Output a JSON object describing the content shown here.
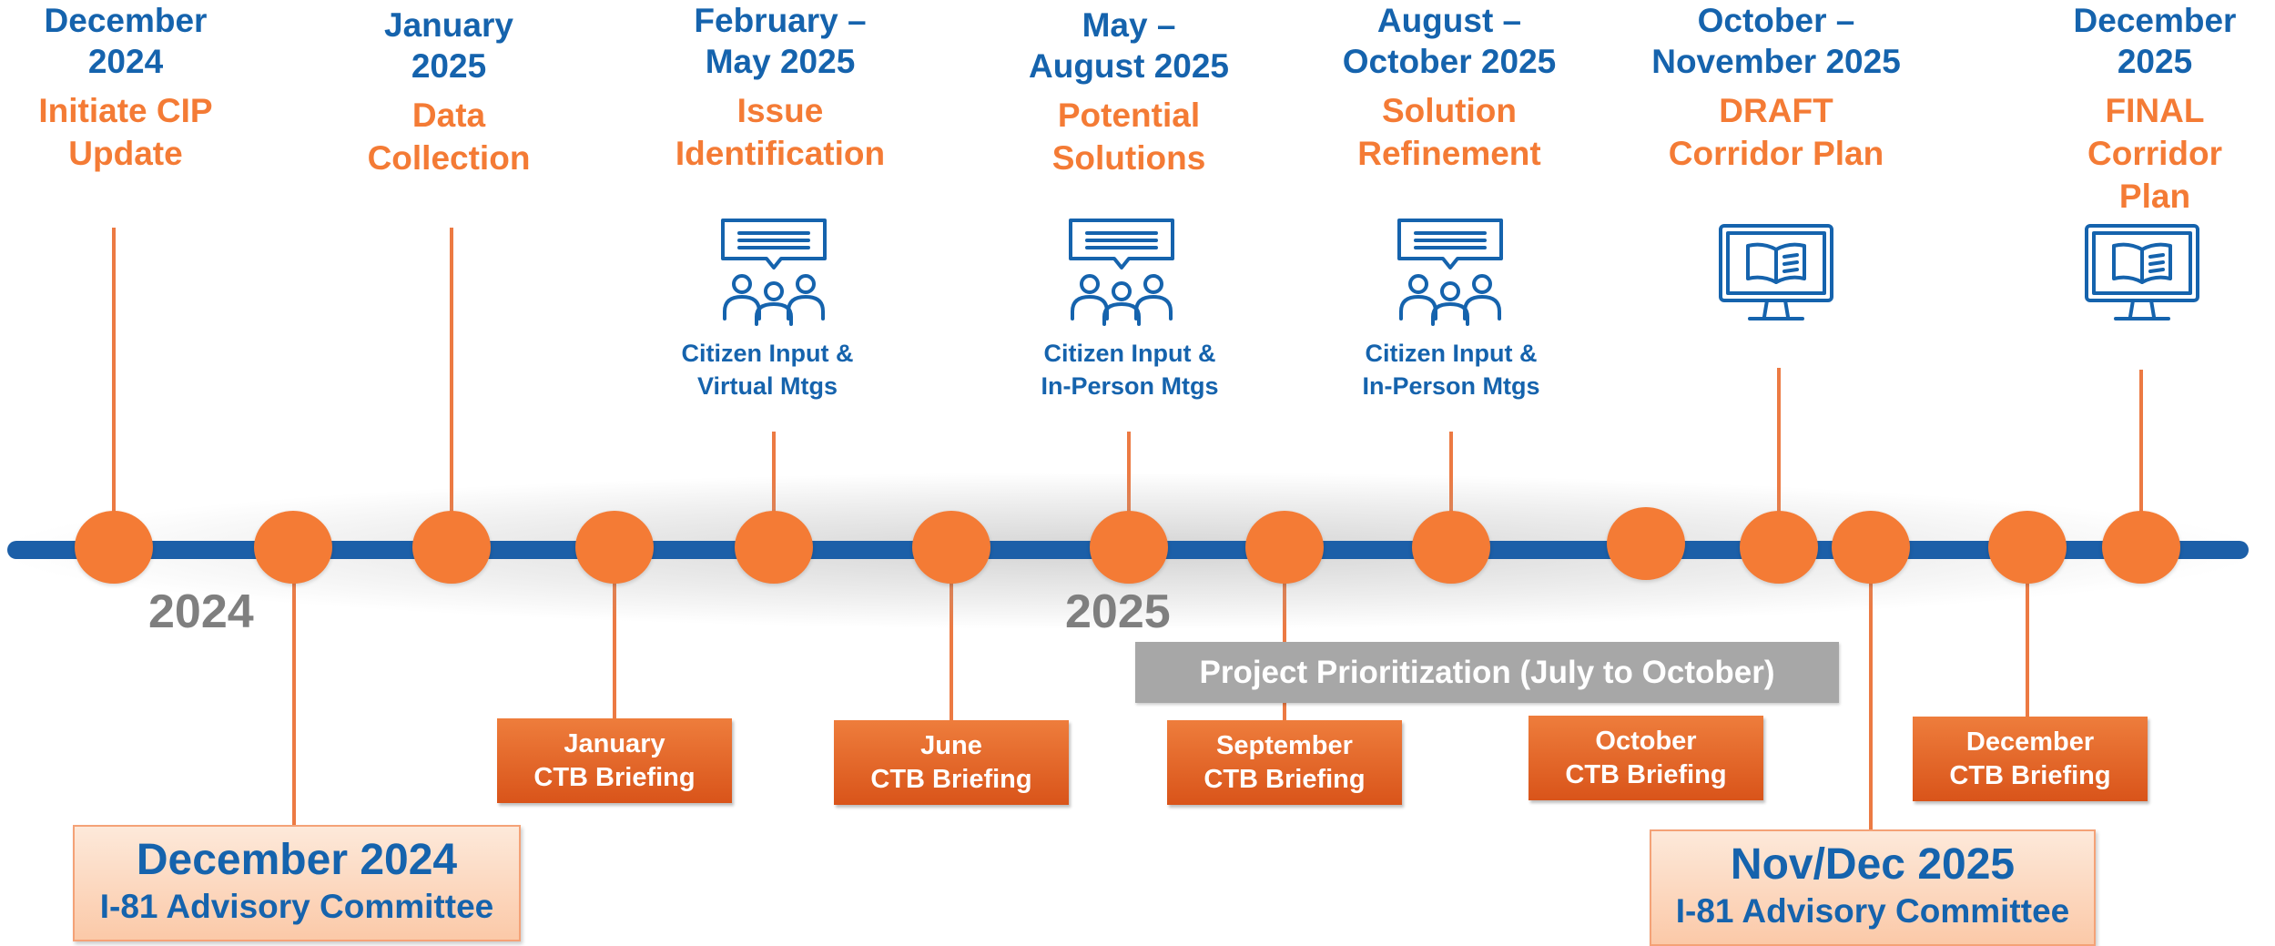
{
  "phases": [
    {
      "date": "December\n2024",
      "title": "Initiate CIP\nUpdate"
    },
    {
      "date": "January\n2025",
      "title": "Data\nCollection"
    },
    {
      "date": "February –\nMay 2025",
      "title": "Issue\nIdentification"
    },
    {
      "date": "May –\nAugust 2025",
      "title": "Potential\nSolutions"
    },
    {
      "date": "August –\nOctober 2025",
      "title": "Solution\nRefinement"
    },
    {
      "date": "October –\nNovember 2025",
      "title": "DRAFT\nCorridor Plan"
    },
    {
      "date": "December\n2025",
      "title": "FINAL\nCorridor Plan"
    }
  ],
  "citizen_inputs": [
    {
      "label": "Citizen Input &\nVirtual Mtgs",
      "icon": "meeting-icon"
    },
    {
      "label": "Citizen Input &\nIn-Person Mtgs",
      "icon": "meeting-icon"
    },
    {
      "label": "Citizen Input &\nIn-Person Mtgs",
      "icon": "meeting-icon"
    }
  ],
  "plan_icons": [
    "computer-book-icon",
    "computer-book-icon"
  ],
  "years": [
    "2024",
    "2025"
  ],
  "ctb_briefings": [
    "January\nCTB Briefing",
    "June\nCTB Briefing",
    "September\nCTB Briefing",
    "October\nCTB Briefing",
    "December\nCTB Briefing"
  ],
  "prioritization": "Project Prioritization (July to October)",
  "advisory": [
    {
      "title": "December 2024",
      "subtitle": "I-81 Advisory Committee"
    },
    {
      "title": "Nov/Dec 2025",
      "subtitle": "I-81 Advisory Committee"
    }
  ],
  "colors": {
    "blue": "#1563ad",
    "orange": "#f47b35",
    "gray": "#a7a7a7"
  }
}
